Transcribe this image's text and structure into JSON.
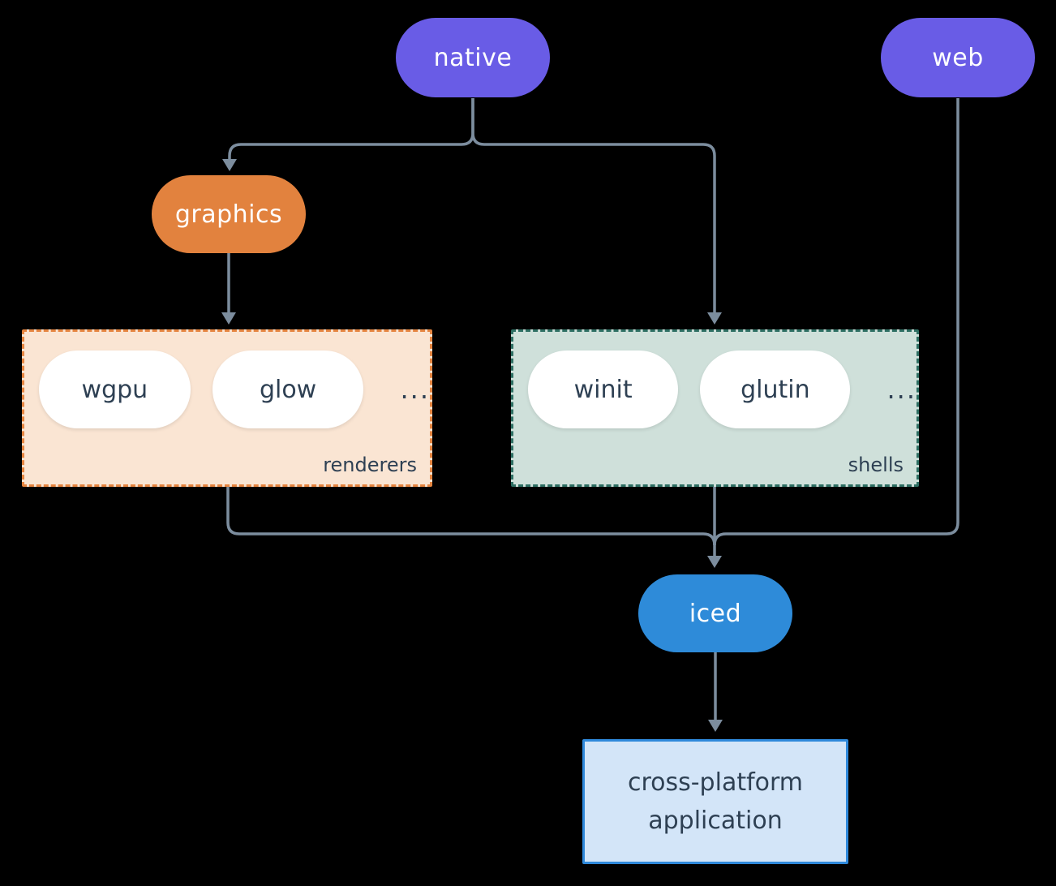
{
  "diagram": {
    "nodes": {
      "native": {
        "label": "native"
      },
      "web": {
        "label": "web"
      },
      "graphics": {
        "label": "graphics"
      },
      "iced": {
        "label": "iced"
      },
      "application": {
        "label": "cross-platform application"
      }
    },
    "groups": {
      "renderers": {
        "label": "renderers",
        "items": [
          "wgpu",
          "glow"
        ],
        "ellipsis": "..."
      },
      "shells": {
        "label": "shells",
        "items": [
          "winit",
          "glutin"
        ],
        "ellipsis": "..."
      }
    },
    "edges": [
      {
        "from": "native",
        "to": "graphics"
      },
      {
        "from": "native",
        "to": "shells"
      },
      {
        "from": "graphics",
        "to": "renderers"
      },
      {
        "from": "renderers",
        "to": "iced"
      },
      {
        "from": "shells",
        "to": "iced"
      },
      {
        "from": "web",
        "to": "iced"
      },
      {
        "from": "iced",
        "to": "application"
      }
    ]
  },
  "colors": {
    "canvas_bg": "#000000",
    "purple": "#695CE6",
    "orange": "#E2823E",
    "blue": "#2E8BD9",
    "renderers_bg": "#FAE5D3",
    "renderers_border": "#E58540",
    "shells_bg": "#CFE0DA",
    "shells_border": "#2E6F63",
    "app_bg": "#D3E5F8",
    "app_border": "#2F89DB",
    "line": "#7C8D9E",
    "text_dark": "#2E4053",
    "text_light": "#FFFFFF"
  }
}
